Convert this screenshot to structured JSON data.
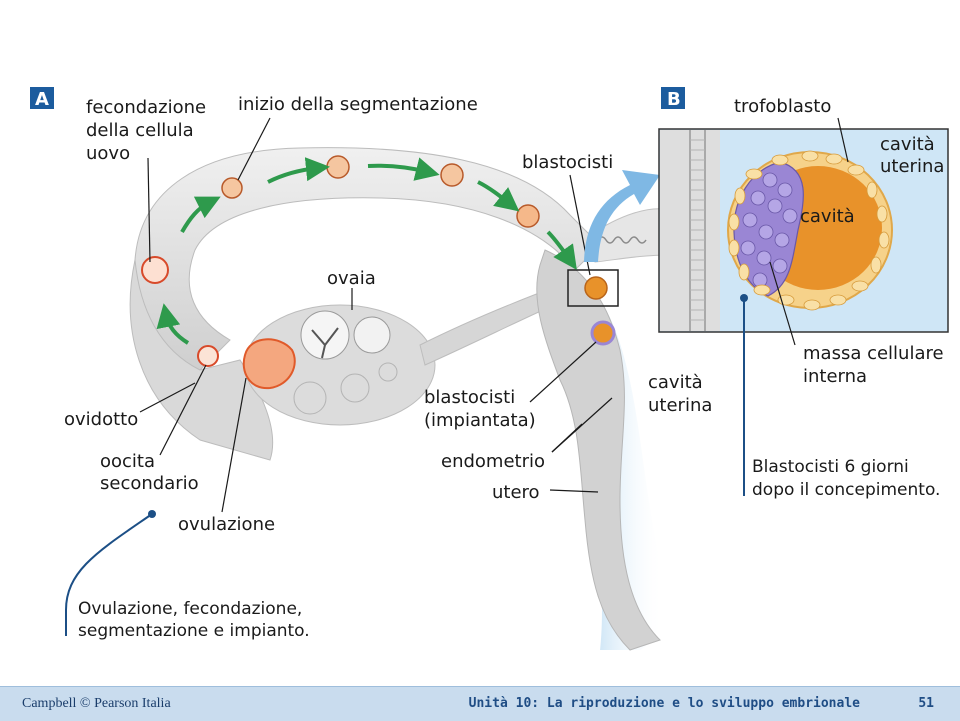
{
  "panel_a": {
    "badge": "A",
    "labels": {
      "fertilization": [
        "fecondazione",
        "della cellula",
        "uovo"
      ],
      "segmentation_start": "inizio della segmentazione",
      "blastocyst": "blastocisti",
      "ovaries": "ovaia",
      "oviduct": "ovidotto",
      "oocyte": [
        "oocita",
        "secondario"
      ],
      "ovulation": "ovulazione",
      "blastocyst_implanted": [
        "blastocisti",
        "(impiantata)"
      ],
      "endometrium": "endometrio",
      "uterus": "utero",
      "uterine_cavity": [
        "cavità",
        "uterina"
      ]
    },
    "caption": [
      "Ovulazione, fecondazione,",
      "segmentazione e impianto."
    ]
  },
  "panel_b": {
    "badge": "B",
    "labels": {
      "trophoblast": "trofoblasto",
      "uterine_cavity": [
        "cavità",
        "uterina"
      ],
      "cavity": "cavità",
      "inner_cell_mass": [
        "massa cellulare",
        "interna"
      ]
    },
    "caption": [
      "Blastocisti 6 giorni",
      "dopo il concepimento."
    ]
  },
  "footer": {
    "publisher": "Campbell © Pearson Italia",
    "unit": "Unità 10: La riproduzione e lo sviluppo embrionale",
    "page": "51"
  },
  "colors": {
    "badge": "#1c5c9e",
    "arrow_green": "#2e9a4c",
    "arrow_blue": "#7fb8e4",
    "callout_blue": "#1c4f86",
    "tissue": "#e3e3e3",
    "uterine_fluid": "#cfe6f6",
    "blastocyst_cavity": "#e8922a",
    "inner_mass": "#9a86d4"
  }
}
